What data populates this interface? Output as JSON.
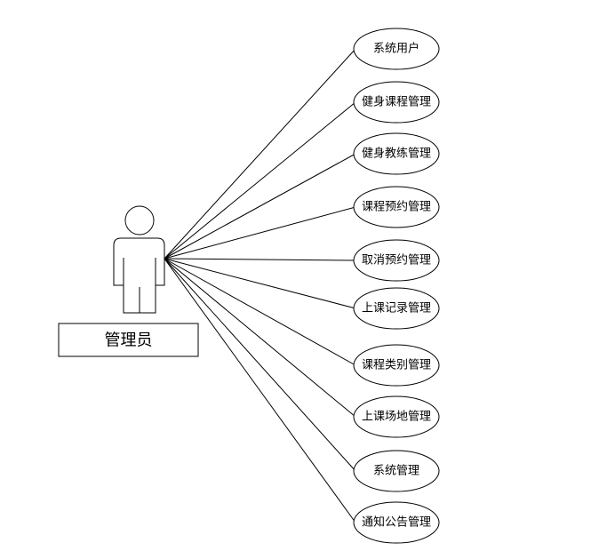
{
  "diagram": {
    "actor": {
      "label": "管理员",
      "icon": "person-icon"
    },
    "use_cases": [
      {
        "label": "系统用户"
      },
      {
        "label": "健身课程管理"
      },
      {
        "label": "健身教练管理"
      },
      {
        "label": "课程预约管理"
      },
      {
        "label": "取消预约管理"
      },
      {
        "label": "上课记录管理"
      },
      {
        "label": "课程类别管理"
      },
      {
        "label": "上课场地管理"
      },
      {
        "label": "系统管理"
      },
      {
        "label": "通知公告管理"
      }
    ],
    "colors": {
      "stroke": "#000000",
      "fill": "#ffffff",
      "text": "#000000"
    }
  }
}
